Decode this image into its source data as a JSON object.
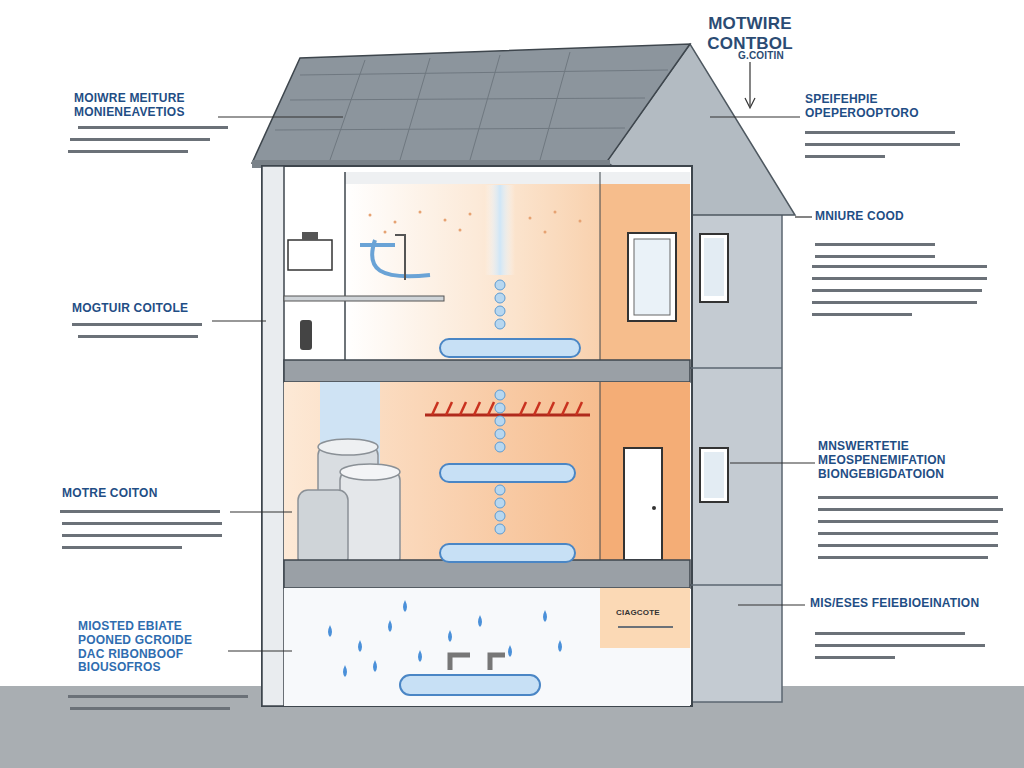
{
  "diagram": {
    "title": "MOTWIRE CONTBOL",
    "labels": [
      "G.COITIN",
      "MOIWRE MEITURE MONIENEAVETIOS",
      "SPEIFEHPIE OPEPEROOPTORO",
      "MNIURE COOD",
      "MOGTUIR COITOLE",
      "MNSWERTETIE MEOSPENEMIFATION BIONGEBIGDATOION",
      "MOTRE COITON",
      "MIOSTED EBIATE POONED GCROIDE DAC RIBONBOOF BIOUSOFROS",
      "MIS/ESES FEIEBIOEINATION",
      "CIAGCOTE"
    ]
  }
}
